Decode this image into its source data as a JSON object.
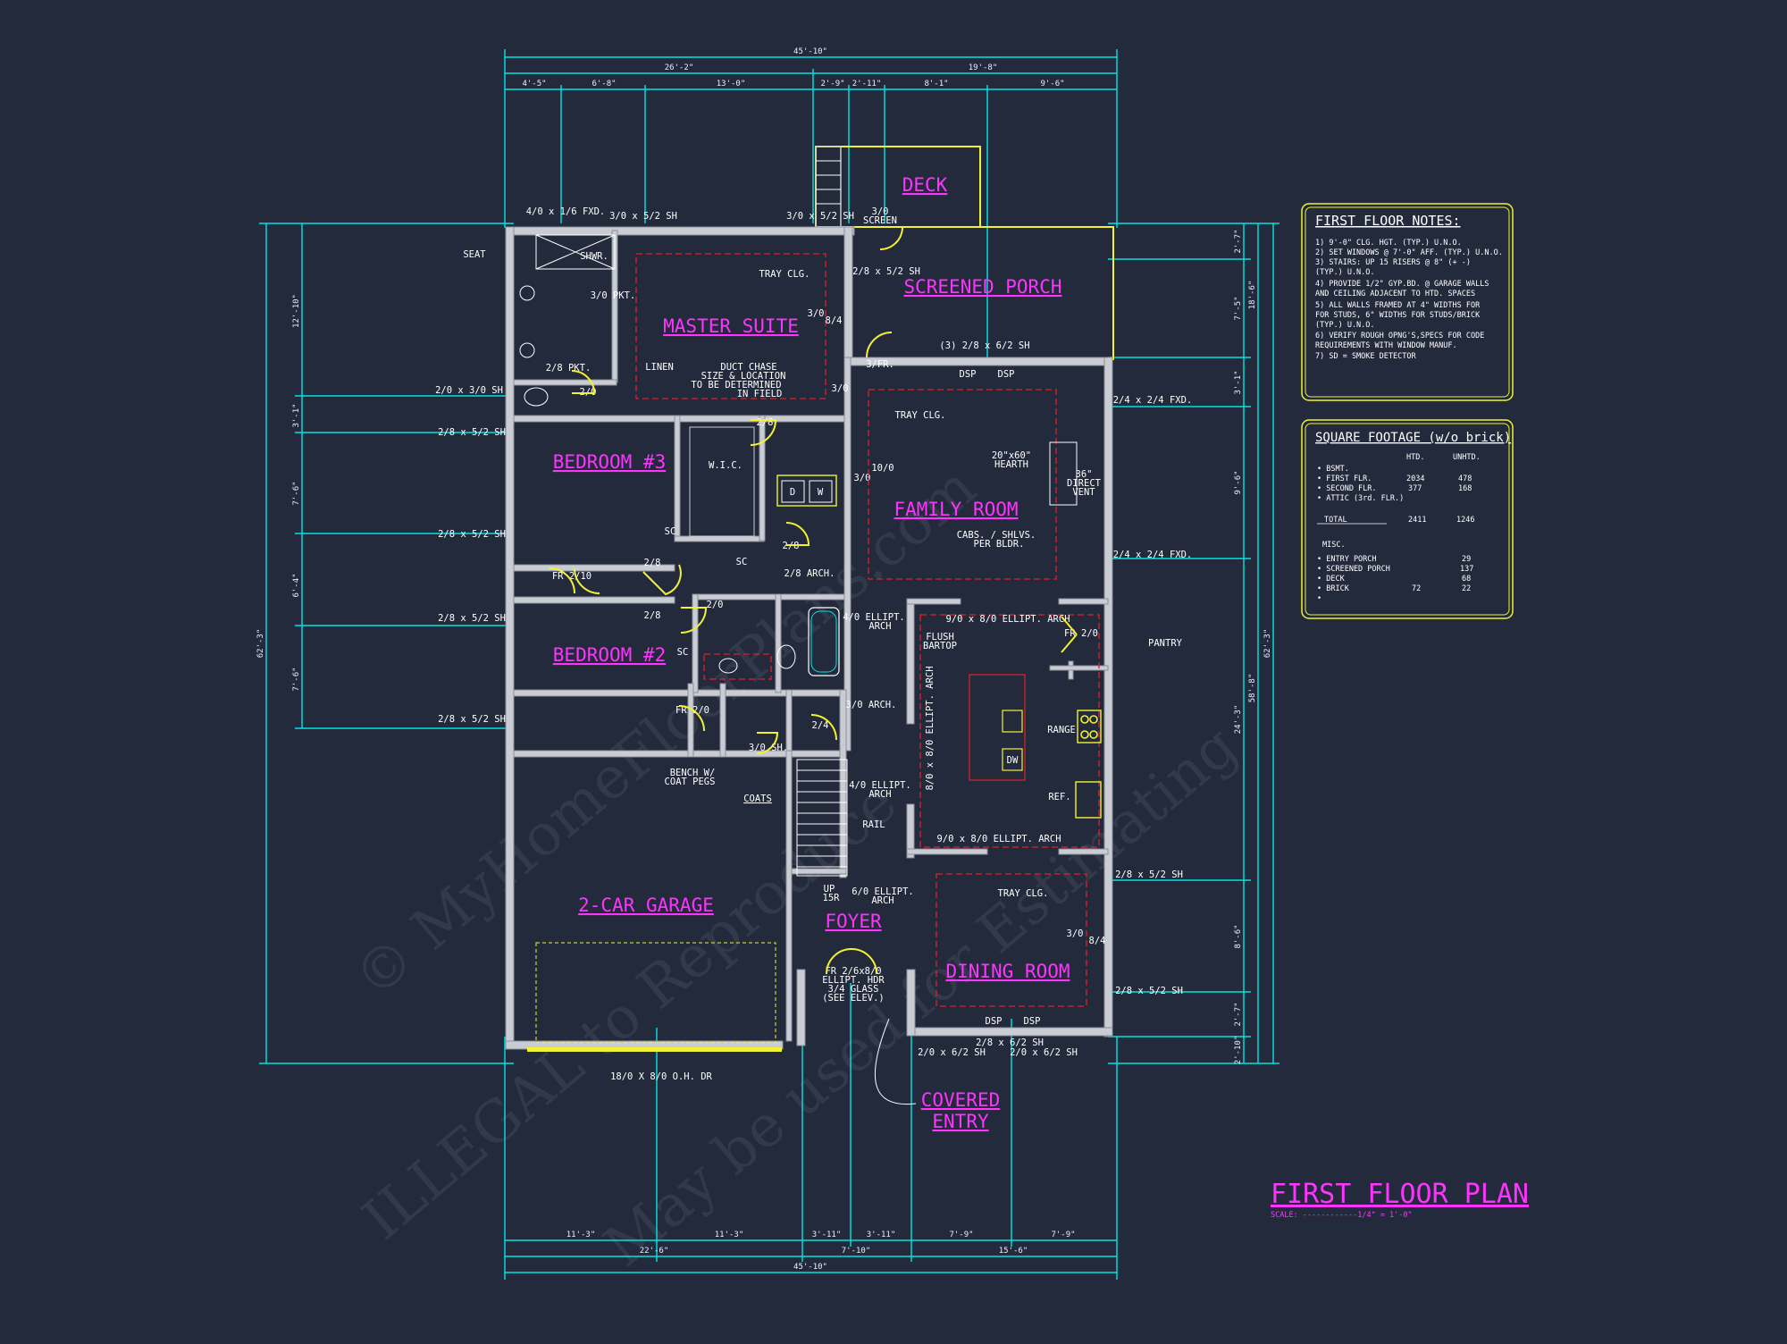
{
  "plan": {
    "title": "FIRST FLOOR PLAN",
    "scale": "SCALE: ------------1/4\" = 1'-0\""
  },
  "rooms": {
    "deck": "DECK",
    "screened_porch": "SCREENED PORCH",
    "master_suite": "MASTER SUITE",
    "bedroom3": "BEDROOM #3",
    "bedroom2": "BEDROOM #2",
    "family_room": "FAMILY ROOM",
    "garage": "2-CAR GARAGE",
    "foyer": "FOYER",
    "dining_room": "DINING ROOM",
    "covered_entry_1": "COVERED",
    "covered_entry_2": "ENTRY"
  },
  "dims_top": {
    "overall": "45'-10\"",
    "left": "26'-2\"",
    "right": "19'-8\"",
    "seg1": "4'-5\"",
    "seg2": "6'-8\"",
    "seg3": "13'-0\"",
    "seg4": "2'-9\"",
    "seg5": "2'-11\"",
    "seg6": "8'-1\"",
    "seg7": "9'-6\""
  },
  "dims_bottom": {
    "seg1": "11'-3\"",
    "seg2": "11'-3\"",
    "seg3": "3'-11\"",
    "seg4": "3'-11\"",
    "seg5": "7'-9\"",
    "seg6": "7'-9\"",
    "mid1": "22'-6\"",
    "mid2": "7'-10\"",
    "mid3": "15'-6\"",
    "overall": "45'-10\""
  },
  "dims_left": {
    "overall": "62'-3\"",
    "s1": "12'-10\"",
    "s2": "3'-1\"",
    "s3": "7'-6\"",
    "s4": "6'-4\"",
    "s5": "7'-6\""
  },
  "dims_right": {
    "overall": "62'-3\"",
    "sub1": "18'-6\"",
    "sub2": "58'-8\"",
    "s1": "2'-7\"",
    "s2": "7'-5\"",
    "s3": "3'-1\"",
    "s4": "9'-6\"",
    "s5": "24'-3\"",
    "s6": "8'-6\"",
    "s7": "2'-7\"",
    "s8": "2'-10\""
  },
  "windows_left": [
    "2/0 x 3/0 SH",
    "2/8 x 5/2 SH",
    "2/8 x 5/2 SH",
    "2/8 x 5/2 SH",
    "2/8 x 5/2 SH"
  ],
  "windows_right": [
    "2/4 x 2/4 FXD.",
    "2/4 x 2/4 FXD.",
    "2/8 x 5/2 SH",
    "2/8 x 5/2 SH"
  ],
  "labels": {
    "fxd_top": "4/0 x 1/6 FXD.",
    "sh_top1": "3/0 x 5/2 SH",
    "sh_top2": "3/0 x 5/2 SH",
    "screen_door_1": "3/0",
    "screen_door_2": "SCREEN",
    "seat": "SEAT",
    "shwr": "SHWR.",
    "pkt_30": "3/0 PKT.",
    "tray_clg_1": "TRAY CLG.",
    "sh_porch": "2/8 x 5/2 SH",
    "door_30_ms": "3/0",
    "door_84_ms": "8/4",
    "pkt_28": "2/8 PKT.",
    "linen": "LINEN",
    "door_20": "2/0",
    "duct_1": "DUCT CHASE",
    "duct_2": "SIZE & LOCATION",
    "duct_3": "TO BE DETERMINED",
    "duct_4": "IN FIELD",
    "porch_win": "(3) 2/8 x 6/2 SH",
    "fr_3": "3/FR.",
    "dsp_1": "DSP",
    "dsp_2": "DSP",
    "door_30_h": "3/0",
    "door_28_h": "2/8",
    "tray_clg_2": "TRAY CLG.",
    "hearth_1": "20\"x60\"",
    "hearth_2": "HEARTH",
    "vent_1": "36\"",
    "vent_2": "DIRECT",
    "vent_3": "VENT",
    "wic": "W.I.C.",
    "dryer": "D",
    "washer": "W",
    "door_100": "10/0",
    "door_30_f": "3/0",
    "cabs_1": "CABS. / SHLVS.",
    "cabs_2": "PER BLDR.",
    "fr_210": "FR 2/10",
    "door_28_b": "2/8",
    "door_28_c": "2/8",
    "door_28_d": "2/8",
    "door_20_b": "2/0",
    "arch_28": "2/8 ARCH.",
    "sc_1": "SC",
    "sc_2": "SC",
    "sc_3": "SC",
    "arch_40_1": "4/0 ELLIPT.",
    "arch_40_2": "ARCH",
    "arch_90_1": "9/0 x 8/0 ELLIPT. ARCH",
    "flush_1": "FLUSH",
    "flush_2": "BARTOP",
    "fr_20_p": "FR 2/0",
    "pantry": "PANTRY",
    "arch_vert": "8/0 x 8/0 ELLIPT. ARCH",
    "arch_30": "3/0 ARCH.",
    "fr_20_c": "FR 2/0",
    "door_24": "2/4",
    "sh_30": "3/0 SH.",
    "bench_1": "BENCH W/",
    "bench_2": "COAT PEGS",
    "coats": "COATS",
    "arch_40b_1": "4/0 ELLIPT.",
    "arch_40b_2": "ARCH",
    "rail": "RAIL",
    "range": "RANGE",
    "dw": "DW",
    "ref": "REF.",
    "arch_90b": "9/0 x 8/0 ELLIPT. ARCH",
    "up": "UP",
    "up_cnt": "15R",
    "arch_60_1": "6/0 ELLIPT.",
    "arch_60_2": "ARCH",
    "tray_clg_3": "TRAY CLG.",
    "door_30_d": "3/0",
    "door_84_d": "8/4",
    "entry_1": "FR 2/6x8/0",
    "entry_2": "ELLIPT. HDR",
    "entry_3": "3/4 GLASS",
    "entry_4": "(SEE ELEV.)",
    "dsp_3": "DSP",
    "dsp_4": "DSP",
    "dining_win_1": "2/8 x 6/2 SH",
    "dining_win_2": "2/0 x 6/2 SH",
    "dining_win_3": "2/0 x 6/2 SH",
    "oh_door": "18/0 X 8/0 O.H. DR"
  },
  "notes_box": {
    "title": "FIRST FLOOR NOTES:",
    "items": [
      "1) 9'-0\" CLG. HGT. (TYP.) U.N.O.",
      "2) SET WINDOWS @ 7'-0\" AFF. (TYP.) U.N.O.",
      "3) STAIRS: UP 15 RISERS @ 8\" (+ -)",
      "    (TYP.) U.N.O.",
      "4) PROVIDE 1/2\" GYP.BD. @ GARAGE WALLS",
      "    AND CEILING ADJACENT TO HTD. SPACES",
      "5) ALL WALLS FRAMED AT 4\" WIDTHS FOR",
      "    FOR STUDS, 6\" WIDTHS FOR STUDS/BRICK",
      "    (TYP.) U.N.O.",
      "6) VERIFY ROUGH OPNG'S,SPECS FOR CODE",
      "    REQUIREMENTS WITH WINDOW MANUF.",
      "7) SD = SMOKE DETECTOR"
    ]
  },
  "sqft_box": {
    "title": "SQUARE FOOTAGE (w/o brick)",
    "col_htd": "HTD.",
    "col_unhtd": "UNHTD.",
    "rows": [
      {
        "label": "• BSMT.",
        "htd": "",
        "unhtd": ""
      },
      {
        "label": "• FIRST FLR.",
        "htd": "2034",
        "unhtd": "478"
      },
      {
        "label": "• SECOND FLR.",
        "htd": "377",
        "unhtd": "168"
      },
      {
        "label": "• ATTIC (3rd. FLR.)",
        "htd": "",
        "unhtd": ""
      }
    ],
    "total_label": "TOTAL",
    "total_htd": "2411",
    "total_unhtd": "1246",
    "misc_label": "MISC.",
    "misc_rows": [
      {
        "label": "• ENTRY PORCH",
        "htd": "",
        "unhtd": "29"
      },
      {
        "label": "• SCREENED PORCH",
        "htd": "",
        "unhtd": "137"
      },
      {
        "label": "• DECK",
        "htd": "",
        "unhtd": "68"
      },
      {
        "label": "• BRICK",
        "htd": "72",
        "unhtd": "22"
      },
      {
        "label": "•",
        "htd": "",
        "unhtd": ""
      }
    ]
  },
  "watermark": {
    "line1": "© MyHomeFloorPlans.com",
    "line2": "ILLEGAL to Reproduce",
    "line3": "May be used for Estimating"
  }
}
